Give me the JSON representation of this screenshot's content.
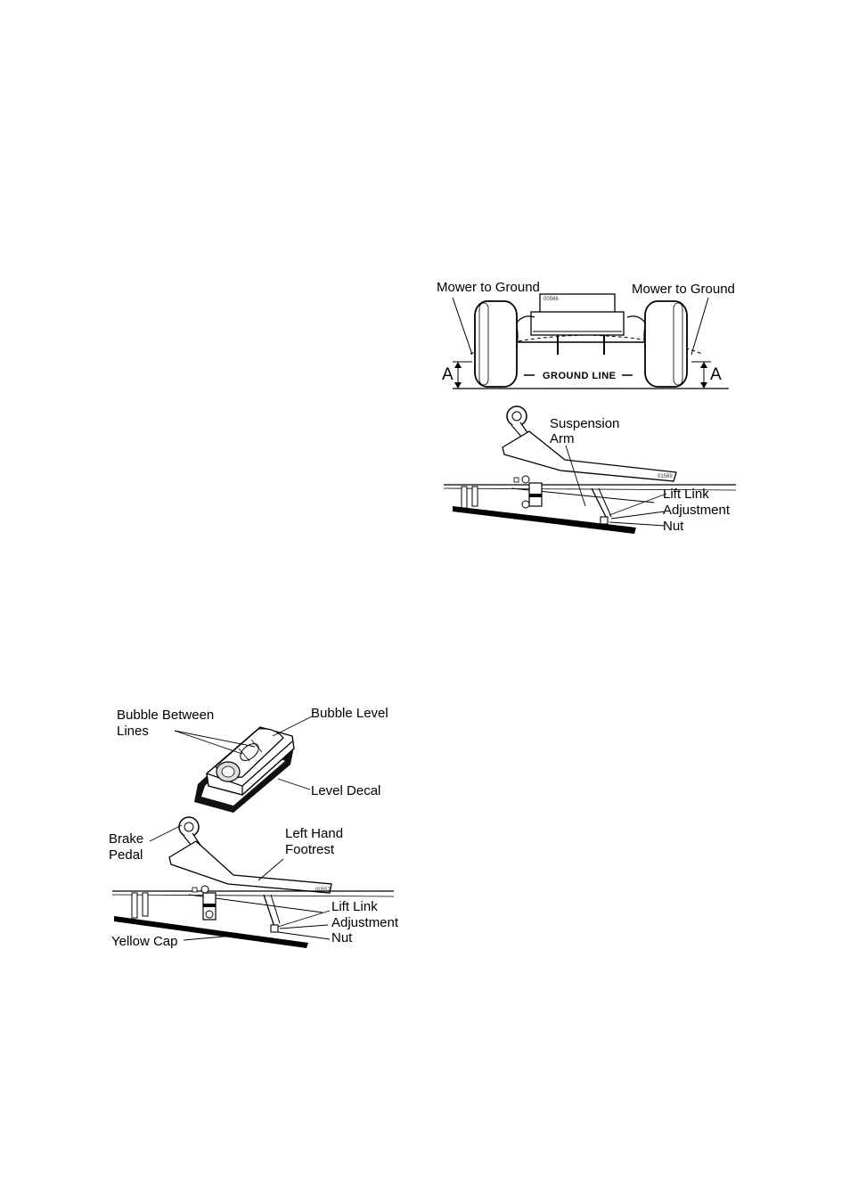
{
  "figure_top": {
    "part_code": "00566",
    "mower_to_ground_left": "Mower to Ground",
    "mower_to_ground_right": "Mower to Ground",
    "dim_left": "A",
    "dim_right": "A",
    "ground_line": "GROUND LINE"
  },
  "figure_suspension": {
    "part_code": "01569",
    "suspension_arm": [
      "Suspension",
      "Arm"
    ],
    "lift_link": [
      "Lift Link",
      "Adjustment",
      "Nut"
    ]
  },
  "figure_level": {
    "bubble_between": [
      "Bubble Between",
      "Lines"
    ],
    "bubble_level": "Bubble Level",
    "level_decal": "Level Decal"
  },
  "figure_footrest": {
    "part_code": "00557",
    "brake_pedal": [
      "Brake",
      "Pedal"
    ],
    "left_hand_footrest": [
      "Left Hand",
      "Footrest"
    ],
    "lift_link": [
      "Lift Link",
      "Adjustment",
      "Nut"
    ],
    "yellow_cap": "Yellow Cap"
  }
}
